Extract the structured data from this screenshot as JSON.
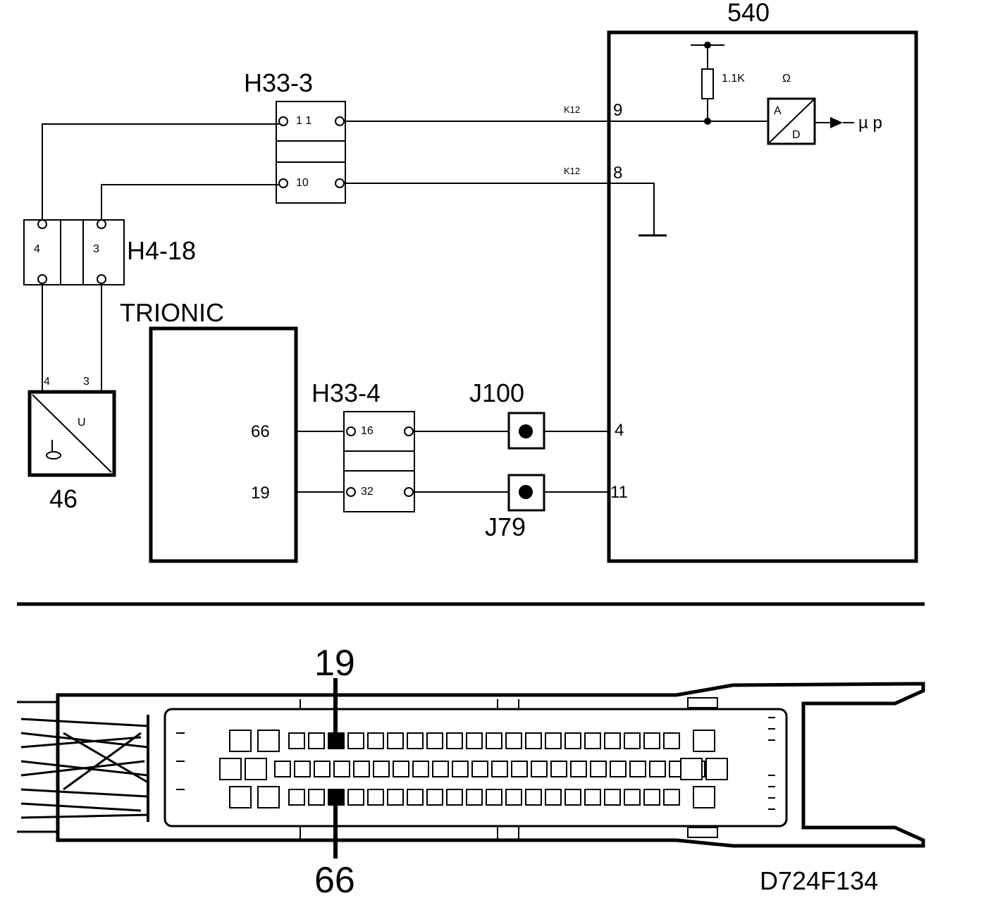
{
  "module_540": {
    "label": "540",
    "resistor_label": "1.1K",
    "ohm_symbol": "Ω",
    "adc_top": "A",
    "adc_bottom": "D",
    "output_label": "µ p",
    "pins": {
      "p9": "9",
      "p8": "8",
      "p4": "4",
      "p11": "11"
    },
    "wire_tag_top": "K12",
    "wire_tag_bottom": "K12"
  },
  "h33_3": {
    "label": "H33-3",
    "pin_top": "1 1",
    "pin_bottom": "10"
  },
  "h4_18": {
    "label": "H4-18",
    "pin_left": "4",
    "pin_right": "3"
  },
  "sensor_46": {
    "label": "46",
    "pin_left": "4",
    "pin_right": "3",
    "inner": "U"
  },
  "trionic": {
    "label": "TRIONIC",
    "pin_top": "66",
    "pin_bottom": "19"
  },
  "h33_4": {
    "label": "H33-4",
    "pin_top": "16",
    "pin_bottom": "32"
  },
  "j100": {
    "label": "J100"
  },
  "j79": {
    "label": "J79"
  },
  "connector_view": {
    "top_pin": "19",
    "bottom_pin": "66"
  },
  "figure_code": "D724F134"
}
